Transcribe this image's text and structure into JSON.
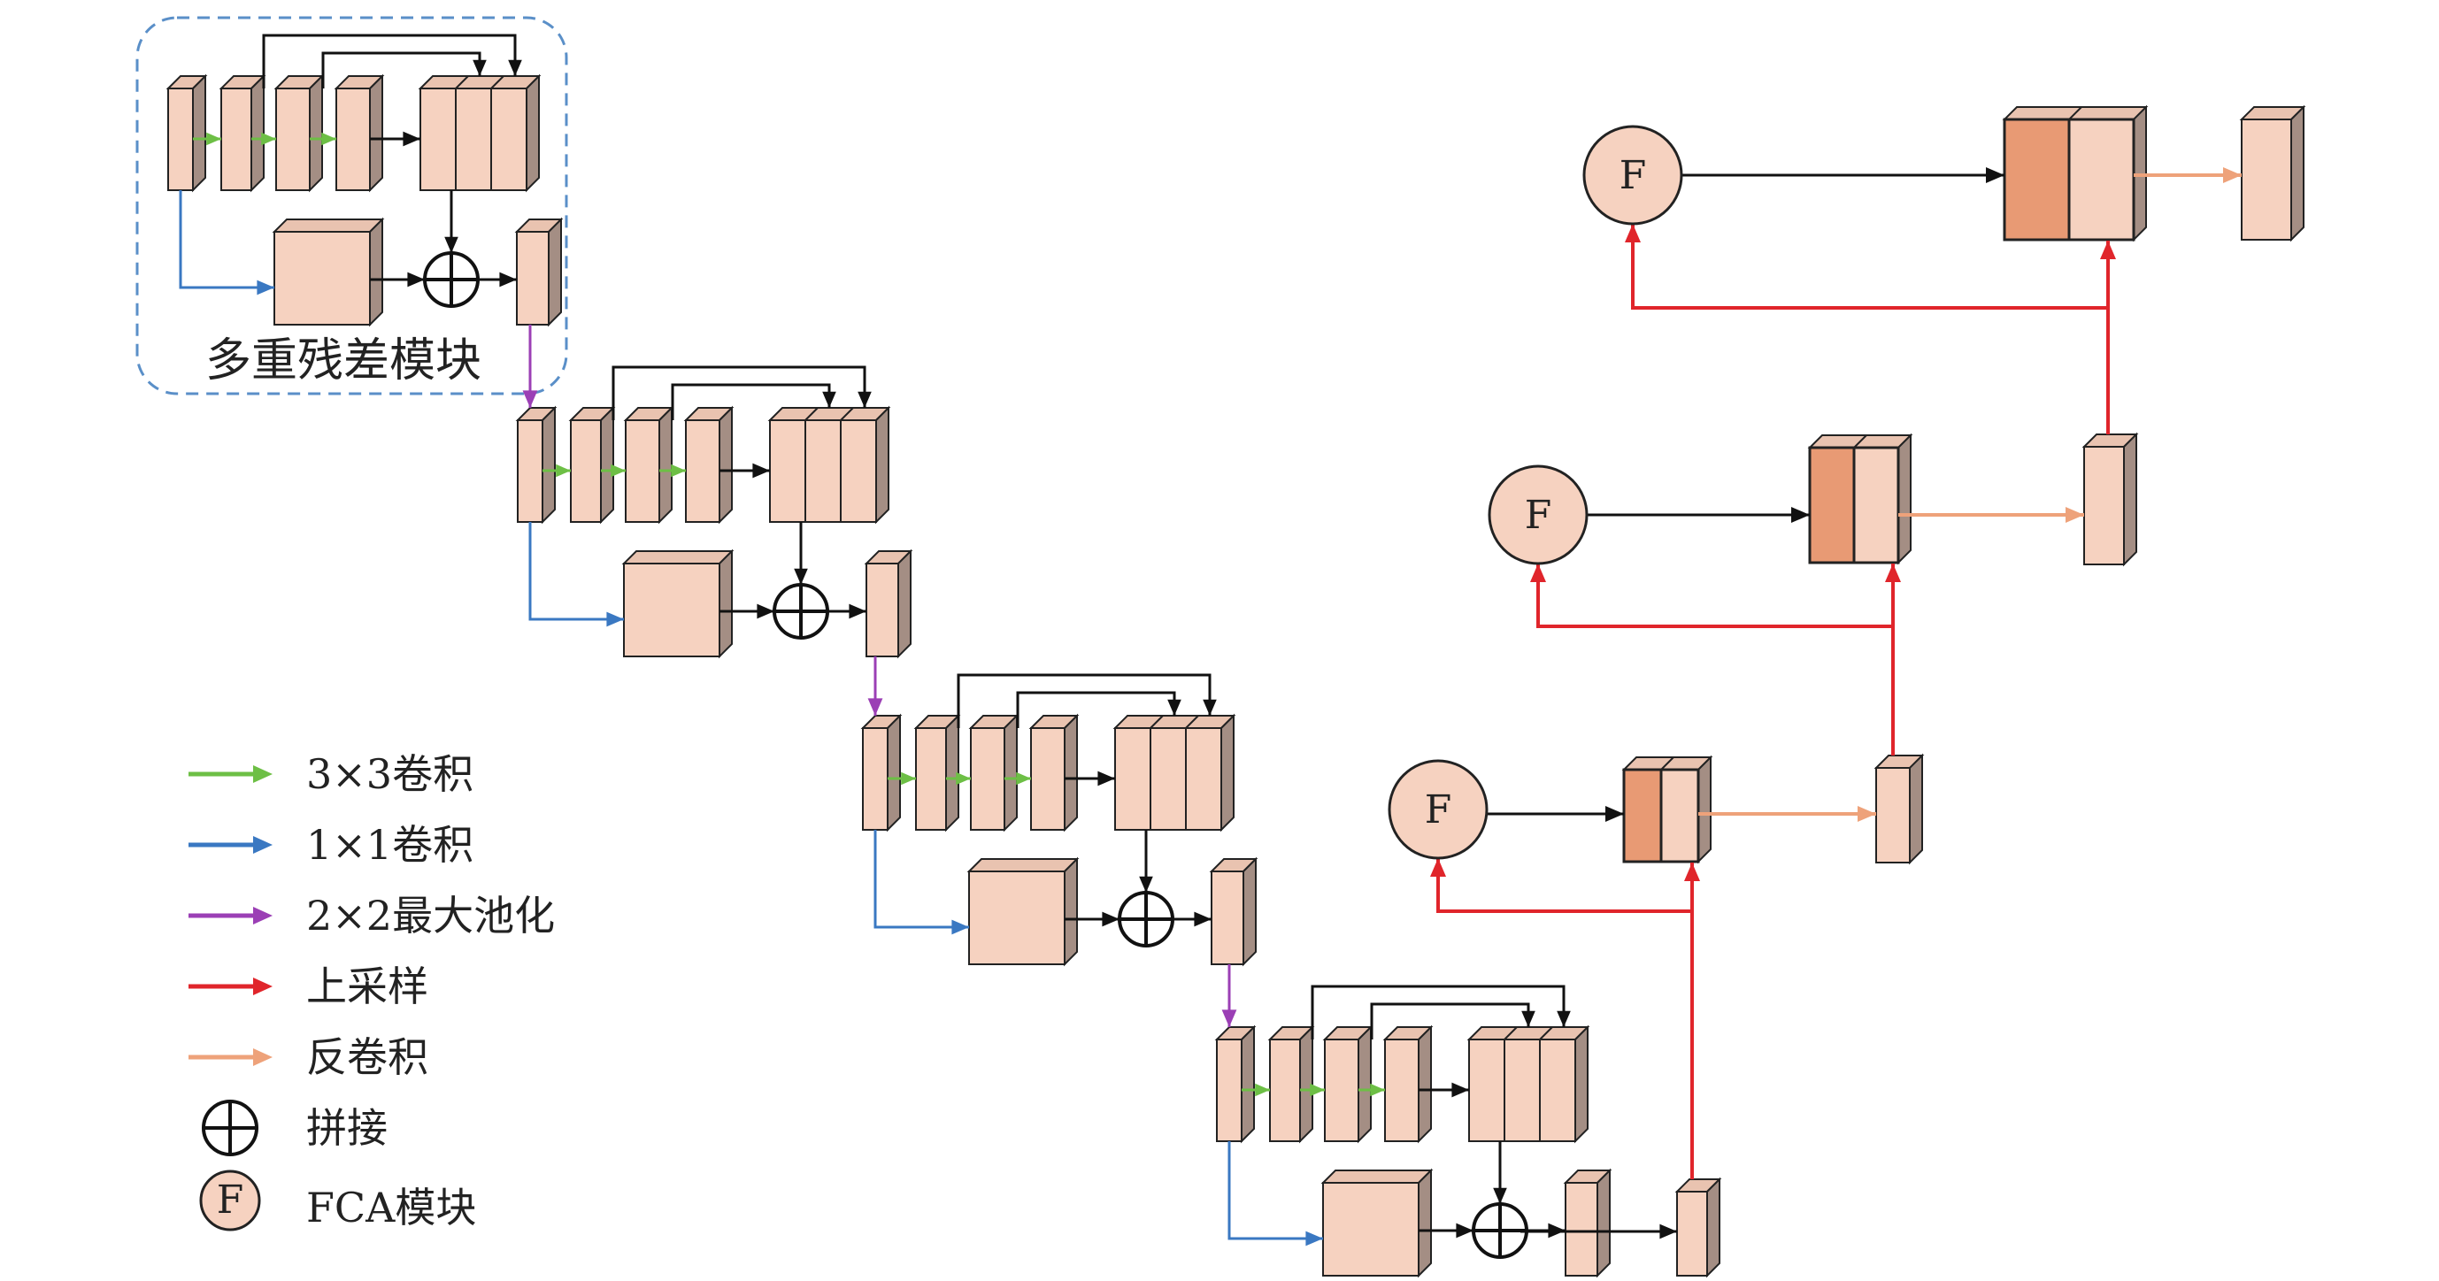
{
  "module_title": "多重残差模块",
  "fca_letter": "F",
  "legend": [
    {
      "kind": "arrow",
      "color": "#6dbf45",
      "label": "3×3卷积",
      "icon": "green-arrow-icon"
    },
    {
      "kind": "arrow",
      "color": "#3a78c2",
      "label": "1×1卷积",
      "icon": "blue-arrow-icon"
    },
    {
      "kind": "arrow",
      "color": "#9b3fb5",
      "label": "2×2最大池化",
      "icon": "purple-arrow-icon"
    },
    {
      "kind": "arrow",
      "color": "#e0252b",
      "label": "上采样",
      "icon": "red-arrow-icon"
    },
    {
      "kind": "arrow",
      "color": "#eea27a",
      "label": "反卷积",
      "icon": "orange-arrow-icon"
    },
    {
      "kind": "plus",
      "label": "拼接",
      "icon": "concat-plus-icon"
    },
    {
      "kind": "fca",
      "letter": "F",
      "label": "FCA模块",
      "icon": "fca-circle-icon"
    }
  ],
  "colors": {
    "block_front": "#f6d2c0",
    "block_side": "#a48e84",
    "block_top": "#e9c3b0",
    "block_dark": "#e89a74",
    "conv3": "#6dbf45",
    "conv1": "#3a78c2",
    "pool": "#9b3fb5",
    "upsample": "#e0252b",
    "deconv": "#eea27a",
    "line": "#111111",
    "dashed_border": "#5a8fc8"
  }
}
